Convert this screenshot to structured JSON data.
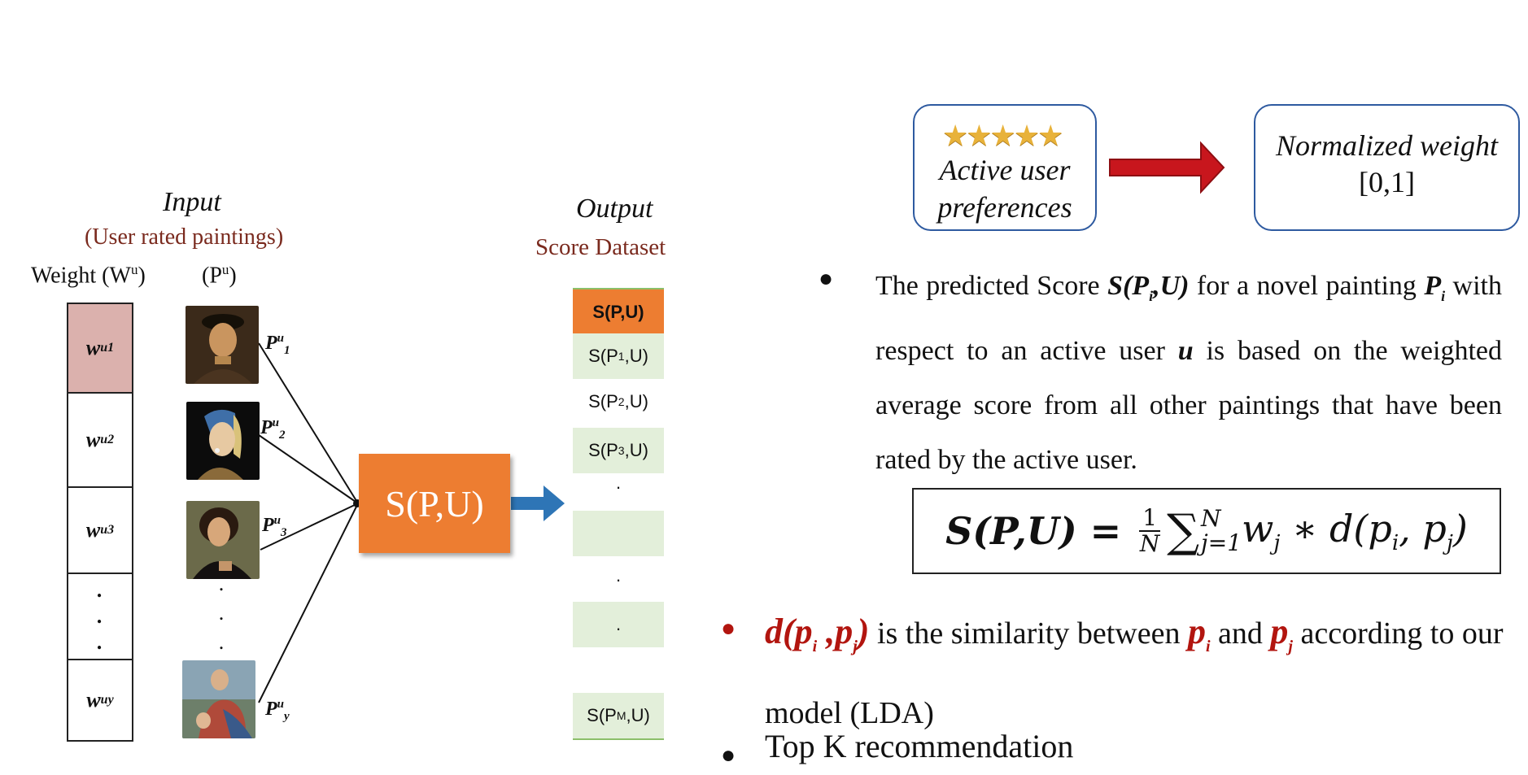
{
  "left": {
    "input_title": "Input",
    "input_subtitle": "(User rated paintings)",
    "weight_header": "Weight (W",
    "weight_header_sup": "u",
    "weight_header_close": ")",
    "p_header": "(P",
    "p_header_sup": "u",
    "p_header_close": ")",
    "weights": [
      {
        "base": "w",
        "sup": "u",
        "sub": "1"
      },
      {
        "base": "w",
        "sup": "u",
        "sub": "2"
      },
      {
        "base": "w",
        "sup": "u",
        "sub": "3"
      },
      {
        "base": "w",
        "sup": "u",
        "sub": "y"
      }
    ],
    "paintings": [
      {
        "base": "P",
        "sup": "u",
        "sub": "1"
      },
      {
        "base": "P",
        "sup": "u",
        "sub": "2"
      },
      {
        "base": "P",
        "sup": "u",
        "sub": "3"
      },
      {
        "base": "P",
        "sup": "u",
        "sub": "y"
      }
    ],
    "center_box": "S(P,U)",
    "output_title": "Output",
    "output_subtitle": "Score Dataset",
    "scores": {
      "head": "S(P,U)",
      "r1": "S(P",
      "r1_sub": "1",
      "r1_tail": ",U)",
      "r2": "S(P",
      "r2_sub": "2",
      "r2_tail": ",U)",
      "r3": "S(P",
      "r3_sub": "3",
      "r3_tail": ",U)",
      "dot": ".",
      "rm": "S(P",
      "rm_sub": "M",
      "rm_tail": ",U)"
    }
  },
  "right": {
    "pref_label_1": "Active user",
    "pref_label_2": "preferences",
    "stars": "★★★★★",
    "norm_title": "Normalized weight",
    "norm_range": "[0,1]",
    "bullet1": {
      "t1": "The predicted Score ",
      "s": "S(P",
      "s_sub": "i",
      "s_tail": ",U)",
      "t2": " for a novel painting ",
      "p": "P",
      "p_sub": "i",
      "t3": " with respect to an active user ",
      "u": "u",
      "t4": " is based on the weighted average score from all other paintings that have been rated by the active user."
    },
    "formula": {
      "lhs": "S(P,U) = ",
      "frac_num": "1",
      "frac_den": "N",
      "sum": "∑",
      "upper": "N",
      "lower": "j=1",
      "rhs": " w",
      "rhs_sub": "j",
      "rhs_tail": " ∗ d(p",
      "pi_sub": "i",
      "comma": ", p",
      "pj_sub": "j",
      "close": ")"
    },
    "bullet2": {
      "d": "d(p",
      "d_sub1": "i",
      "d_mid": " ,p",
      "d_sub2": "j",
      "d_close": ")",
      "t1": " is the similarity between ",
      "pi": "p",
      "pi_sub": "i",
      "and": " and ",
      "pj": "p",
      "pj_sub": "j",
      "t2": " according to our model (LDA)"
    },
    "bullet3": "Top K recommendation"
  },
  "colors": {
    "accent_orange": "#ed7d31",
    "score_green": "#e3efda",
    "subtitle_brown": "#7a2a1e",
    "box_blue": "#2e5aa0",
    "arrow_red": "#c8161d",
    "arrow_blue": "#2e75b6",
    "highlight_red": "#b2150f",
    "weight_highlight": "#dbb1ad"
  }
}
